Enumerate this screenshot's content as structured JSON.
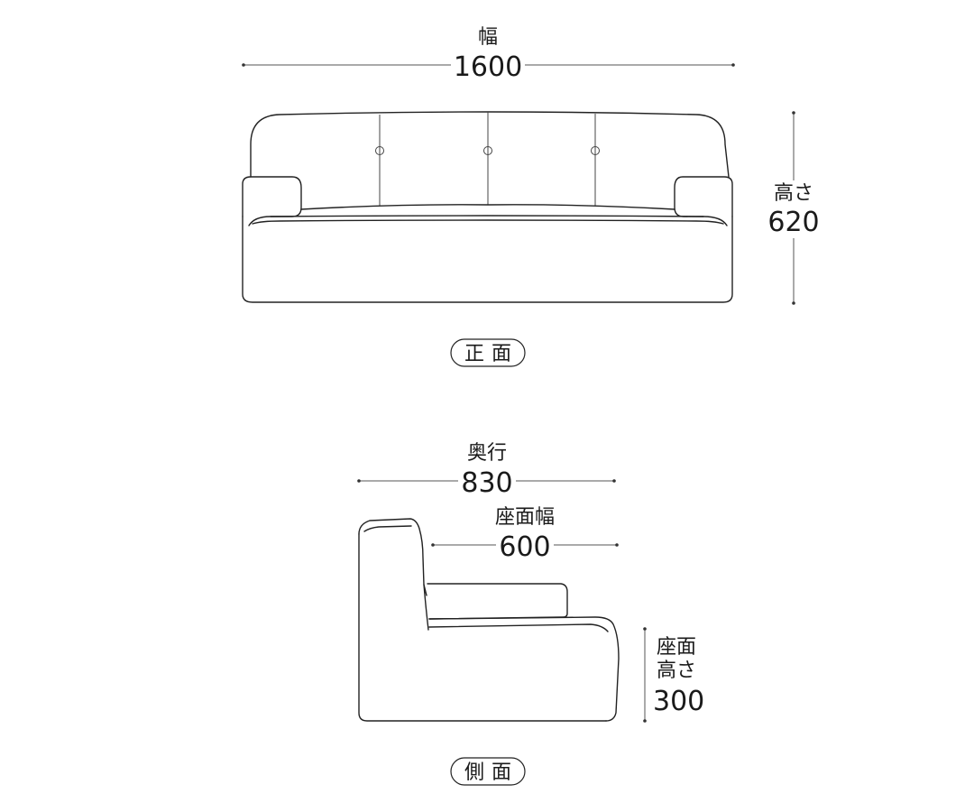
{
  "front_view": {
    "width_label": "幅",
    "width_value": "1600",
    "height_label": "高さ",
    "height_value": "620",
    "view_label": "正面"
  },
  "side_view": {
    "depth_label": "奥行",
    "depth_value": "830",
    "seat_width_label": "座面幅",
    "seat_width_value": "600",
    "seat_height_label_line1": "座面",
    "seat_height_label_line2": "高さ",
    "seat_height_value": "300",
    "view_label": "側面"
  }
}
